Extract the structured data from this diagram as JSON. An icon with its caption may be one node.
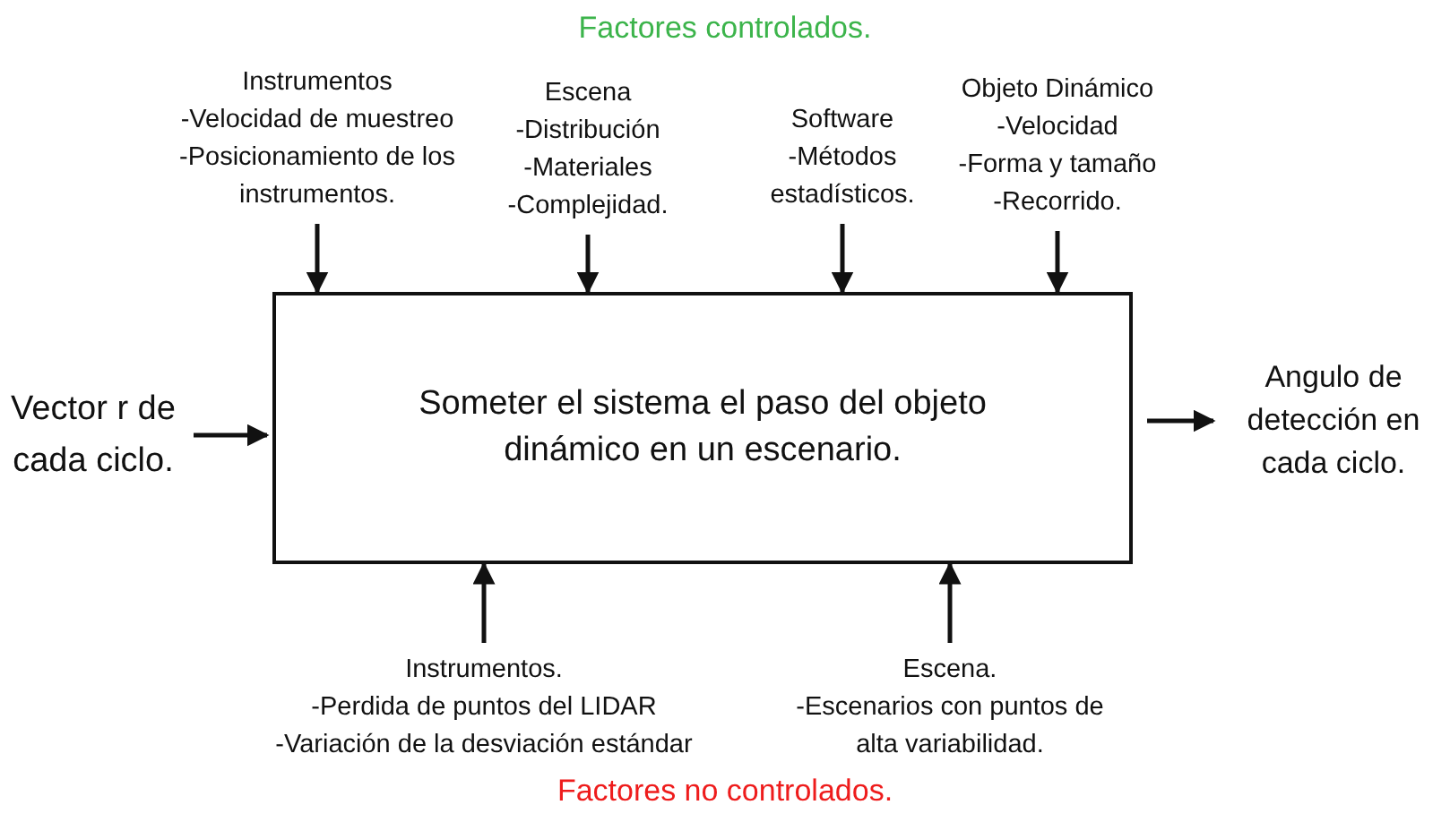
{
  "diagram": {
    "nodes": [
      {
        "text": [
          "Someter el sistema el paso del objeto dinámico en un escenario."
        ]
      },
      {
        "text": [
          "Instrumentos",
          "-Velocidad de muestreo",
          "-Posicionamiento de los instrumentos."
        ]
      },
      {
        "text": [
          "Escena",
          "-Distribución",
          "-Materiales",
          "-Complejidad."
        ]
      },
      {
        "text": [
          "Software",
          "-Métodos estadísticos."
        ]
      },
      {
        "text": [
          "Objeto Dinámico",
          "-Velocidad",
          "-Forma y tamaño",
          "-Recorrido."
        ]
      },
      {
        "text": [
          "Vector r de cada ciclo."
        ]
      },
      {
        "text": [
          "Angulo de detección en cada ciclo."
        ]
      },
      {
        "text": [
          "Instrumentos.",
          "-Perdida de puntos del LIDAR",
          "-Variación de la desviación estándar"
        ]
      },
      {
        "text": [
          "Escena.",
          "-Escenarios con puntos de alta variabilidad."
        ]
      }
    ],
    "edges": [
      {
        "from": 1,
        "to": 0,
        "arrow": "to"
      },
      {
        "from": 2,
        "to": 0,
        "arrow": "to"
      },
      {
        "from": 3,
        "to": 0,
        "arrow": "to"
      },
      {
        "from": 4,
        "to": 0,
        "arrow": "to"
      },
      {
        "from": 5,
        "to": 0,
        "arrow": "to"
      },
      {
        "from": 0,
        "to": 6,
        "arrow": "to"
      },
      {
        "from": 7,
        "to": 0,
        "arrow": "to"
      },
      {
        "from": 8,
        "to": 0,
        "arrow": "to"
      }
    ],
    "labels": [
      "Factores controlados.",
      "Factores no controlados."
    ]
  }
}
